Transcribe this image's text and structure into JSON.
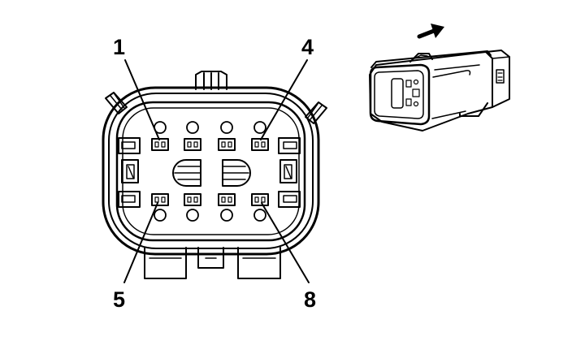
{
  "pin_labels": {
    "pin1": "1",
    "pin4": "4",
    "pin5": "5",
    "pin8": "8"
  },
  "icons": {
    "direction": "arrow-right-icon",
    "connector_face": "connector-face-icon",
    "connector_side": "connector-side-view-icon"
  },
  "colors": {
    "line": "#000000",
    "background": "#ffffff"
  }
}
